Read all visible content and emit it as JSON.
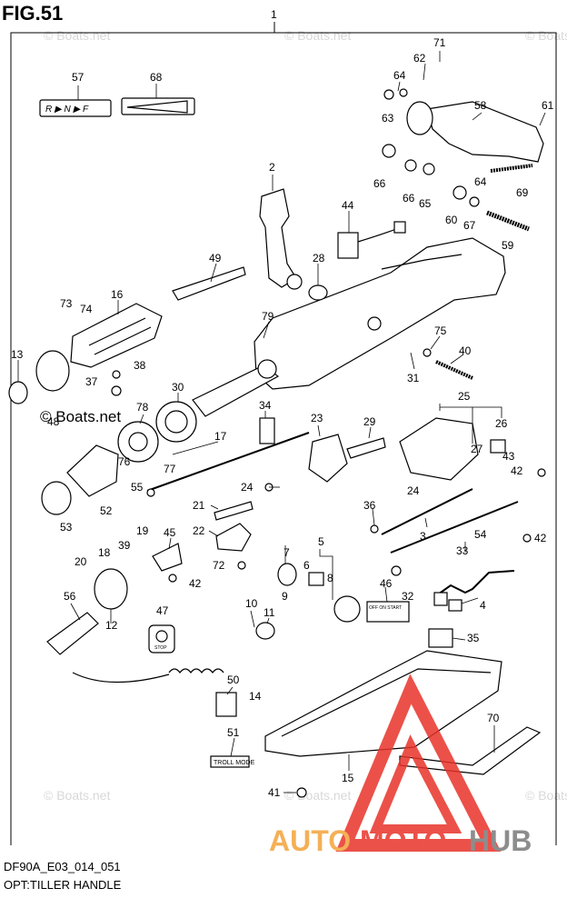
{
  "figure": {
    "title": "FIG.51",
    "code": "DF90A_E03_014_051",
    "name": "OPT:TILLER HANDLE"
  },
  "assembly_number": "1",
  "watermarks": {
    "faint": "© Boats.net",
    "strong": "© Boats.net"
  },
  "brand": {
    "auto": "AUTO",
    "moto": "MOTO",
    "hub": "HUB",
    "red": "#e8332a",
    "orange": "#f3a33a",
    "gray": "#7a7a7a"
  },
  "decals": {
    "shift_label": "R ▶ N ▶ F",
    "off_start": "OFF ON START",
    "troll_mode": "TROLL MODE",
    "stop": "STOP"
  },
  "callouts": [
    "57",
    "68",
    "71",
    "62",
    "64",
    "63",
    "58",
    "61",
    "66",
    "66",
    "65",
    "64",
    "60",
    "67",
    "69",
    "59",
    "2",
    "44",
    "28",
    "49",
    "73",
    "74",
    "16",
    "13",
    "38",
    "37",
    "48",
    "79",
    "75",
    "40",
    "31",
    "30",
    "78",
    "34",
    "25",
    "26",
    "23",
    "29",
    "17",
    "76",
    "77",
    "55",
    "24",
    "43",
    "42",
    "27",
    "24",
    "36",
    "3",
    "21",
    "22",
    "52",
    "53",
    "54",
    "42",
    "33",
    "45",
    "18",
    "20",
    "39",
    "19",
    "72",
    "42",
    "5",
    "7",
    "8",
    "6",
    "46",
    "9",
    "32",
    "4",
    "56",
    "47",
    "10",
    "11",
    "12",
    "35",
    "50",
    "14",
    "51",
    "70",
    "15",
    "41"
  ]
}
